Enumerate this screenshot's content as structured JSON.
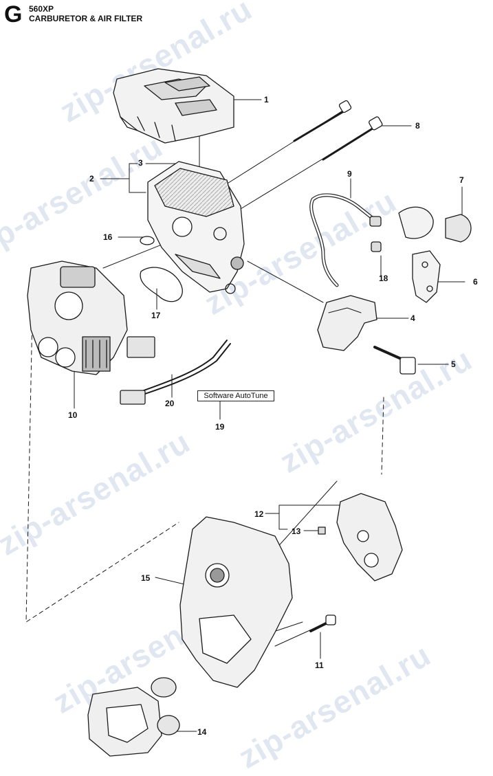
{
  "header": {
    "section_letter": "G",
    "model": "560XP",
    "title": "CARBURETOR & AIR FILTER"
  },
  "software_label": "Software AutoTune",
  "callouts": [
    "1",
    "2",
    "3",
    "4",
    "5",
    "6",
    "7",
    "8",
    "9",
    "10",
    "11",
    "12",
    "13",
    "14",
    "15",
    "16",
    "17",
    "18",
    "19",
    "20"
  ],
  "watermark": "zip-arsenal.ru"
}
